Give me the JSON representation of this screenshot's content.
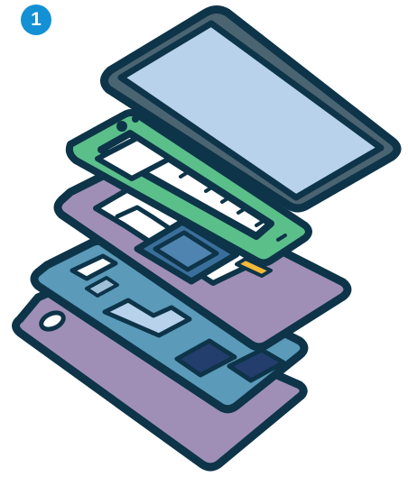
{
  "step_badge": {
    "number": "1"
  },
  "colors": {
    "outline": "#0d3448",
    "screen_glass": "#b8d2ec",
    "screen_bezel_accent": "#4b6472",
    "frame_green": "#5bbf8a",
    "purple_layer": "#9f8fb6",
    "logic_board_blue": "#5b9ab9",
    "chip_blue": "#3a6f9b",
    "dark_component": "#233e6c",
    "white_gap": "#ffffff",
    "connector_yellow": "#f4b93a",
    "badge_blue": "#1490d4"
  },
  "layers": [
    {
      "name": "display-panel",
      "icon": "screen"
    },
    {
      "name": "midframe",
      "icon": "green-frame"
    },
    {
      "name": "mainboard-shield",
      "icon": "purple-plate-with-chip"
    },
    {
      "name": "logic-board",
      "icon": "blue-board"
    },
    {
      "name": "back-cover",
      "icon": "purple-plate"
    }
  ]
}
